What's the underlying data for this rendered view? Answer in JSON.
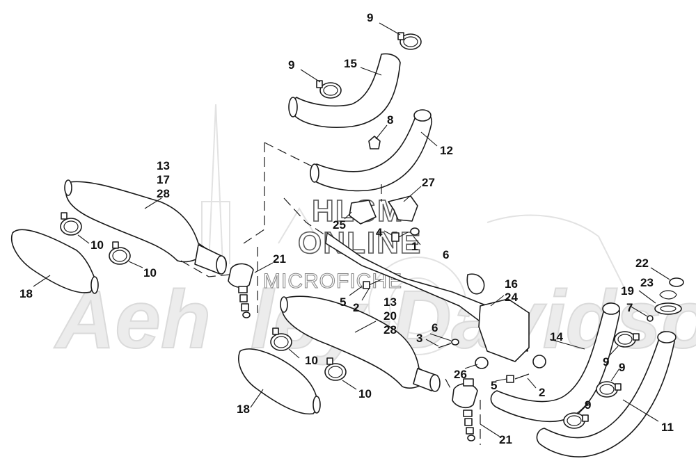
{
  "watermark": {
    "brand": "Aeh",
    "line1": "HLSM",
    "line2": "ONLINE",
    "line3": "MICROFICHE"
  },
  "callouts": [
    {
      "id": "c9a",
      "text": "9"
    },
    {
      "id": "c9b",
      "text": "9"
    },
    {
      "id": "c15",
      "text": "15"
    },
    {
      "id": "c8",
      "text": "8"
    },
    {
      "id": "c12",
      "text": "12"
    },
    {
      "id": "c27",
      "text": "27"
    },
    {
      "id": "c13a",
      "text": "13"
    },
    {
      "id": "c17",
      "text": "17"
    },
    {
      "id": "c28a",
      "text": "28"
    },
    {
      "id": "c25",
      "text": "25"
    },
    {
      "id": "c4",
      "text": "4"
    },
    {
      "id": "c1",
      "text": "1"
    },
    {
      "id": "c6a",
      "text": "6"
    },
    {
      "id": "c10a",
      "text": "10"
    },
    {
      "id": "c10b",
      "text": "10"
    },
    {
      "id": "c21a",
      "text": "21"
    },
    {
      "id": "c18a",
      "text": "18"
    },
    {
      "id": "c5a",
      "text": "5"
    },
    {
      "id": "c2a",
      "text": "2"
    },
    {
      "id": "c13b",
      "text": "13"
    },
    {
      "id": "c20",
      "text": "20"
    },
    {
      "id": "c28b",
      "text": "28"
    },
    {
      "id": "c16",
      "text": "16"
    },
    {
      "id": "c24",
      "text": "24"
    },
    {
      "id": "c22",
      "text": "22"
    },
    {
      "id": "c23",
      "text": "23"
    },
    {
      "id": "c19",
      "text": "19"
    },
    {
      "id": "c7",
      "text": "7"
    },
    {
      "id": "c6b",
      "text": "6"
    },
    {
      "id": "c3",
      "text": "3"
    },
    {
      "id": "c14",
      "text": "14"
    },
    {
      "id": "c10c",
      "text": "10"
    },
    {
      "id": "c10d",
      "text": "10"
    },
    {
      "id": "c26",
      "text": "26"
    },
    {
      "id": "c5b",
      "text": "5"
    },
    {
      "id": "c2b",
      "text": "2"
    },
    {
      "id": "c9c",
      "text": "9"
    },
    {
      "id": "c9d",
      "text": "9"
    },
    {
      "id": "c9e",
      "text": "9"
    },
    {
      "id": "c18b",
      "text": "18"
    },
    {
      "id": "c11",
      "text": "11"
    },
    {
      "id": "c21b",
      "text": "21"
    }
  ]
}
